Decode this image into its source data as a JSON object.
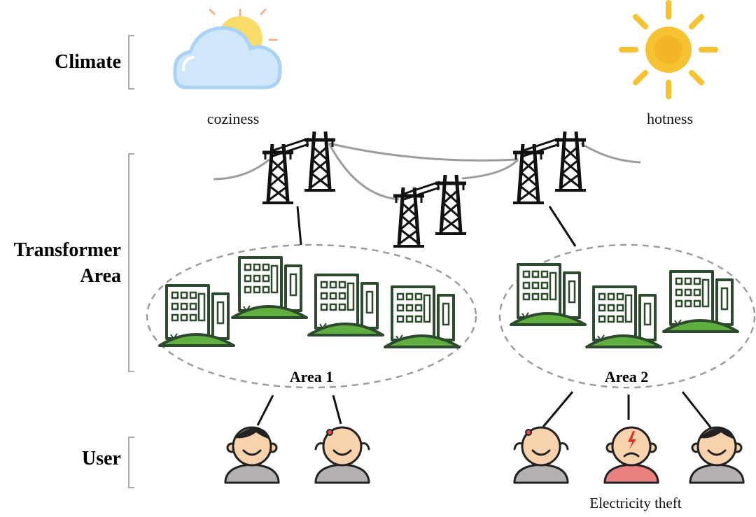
{
  "levels": {
    "climate": "Climate",
    "transformer_line1": "Transformer",
    "transformer_line2": "Area",
    "user": "User"
  },
  "climate": {
    "left_label": "coziness",
    "right_label": "hotness"
  },
  "areas": {
    "area1": "Area 1",
    "area2": "Area 2"
  },
  "users": {
    "theft_label": "Electricity theft"
  },
  "icons": {
    "left_weather": "cloud-sun-icon",
    "right_weather": "sun-icon",
    "pylon": "transmission-tower-icon",
    "building": "building-icon",
    "user_boy": "boy-avatar-icon",
    "user_girl": "girl-avatar-icon",
    "user_thief": "angry-avatar-icon"
  },
  "colors": {
    "building_stroke": "#2e4a2e",
    "grass": "#5fae3f",
    "sun": "#f5c233",
    "cloud": "#cfe6fb",
    "skin": "#f7d2ad",
    "shirt": "#b5b1b1",
    "thief_shirt": "#e98080"
  }
}
